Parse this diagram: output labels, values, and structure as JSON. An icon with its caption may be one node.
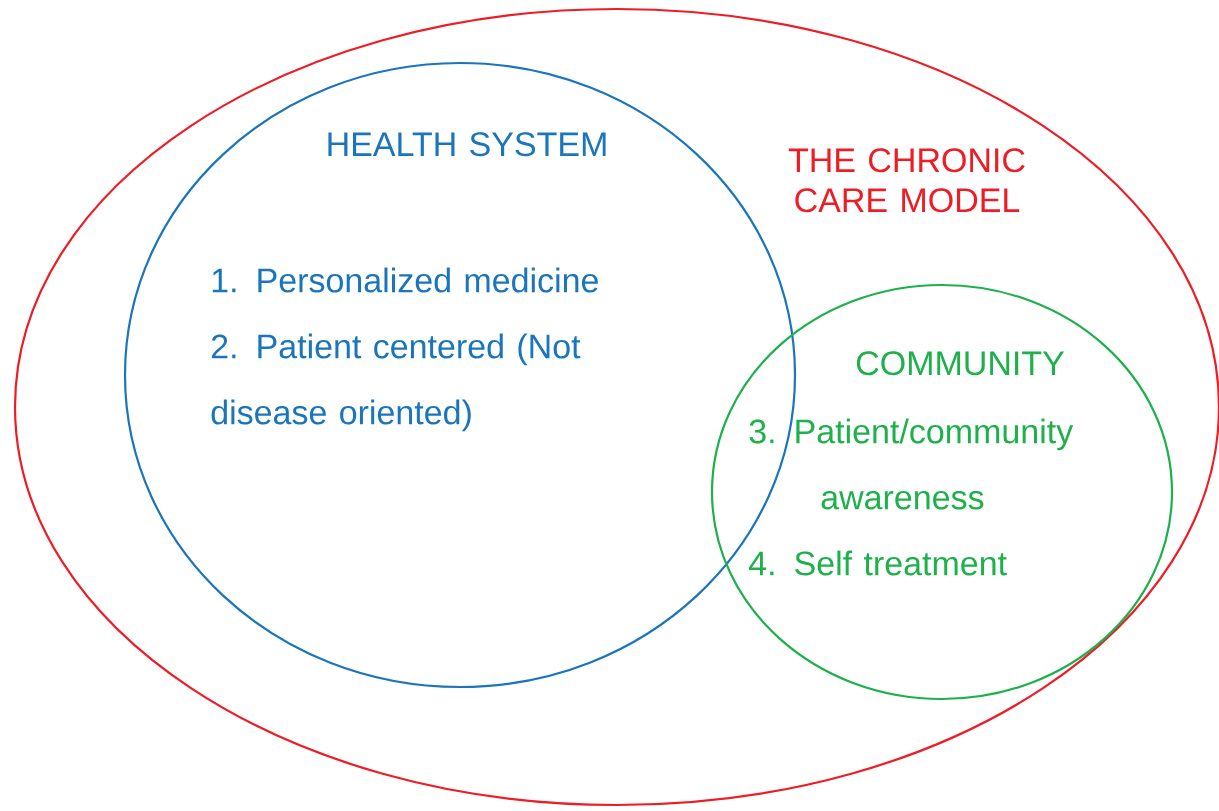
{
  "diagram": {
    "nodes": [
      {
        "text": [
          "THE CHRONIC CARE MODEL"
        ]
      },
      {
        "text": [
          "HEALTH SYSTEM",
          "1. Personalized medicine",
          "2. Patient centered (Not disease oriented)"
        ]
      },
      {
        "text": [
          "COMMUNITY",
          "3. Patient/community awareness",
          "4. Self treatment"
        ]
      }
    ]
  }
}
